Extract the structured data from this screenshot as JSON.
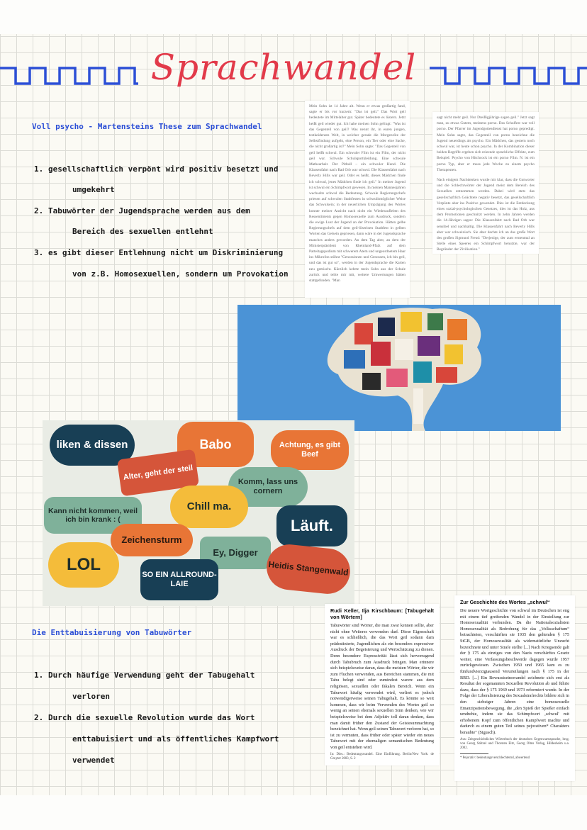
{
  "title": "Sprachwandel",
  "section1": {
    "heading": "Voll psycho - Martensteins These zum Sprachwandel",
    "points": [
      {
        "num": "1.",
        "line1": "gesellschaftlich verpönt wird positiv besetzt und",
        "line2": "umgekehrt"
      },
      {
        "num": "2.",
        "line1": "Tabuwörter  der Jugendsprache werden aus dem",
        "line2": "Bereich des sexuellen entlehnt"
      },
      {
        "num": "3.",
        "line1": "es gibt dieser Entlehnung nicht um Diskriminierung",
        "line2": "von z.B. Homosexuellen, sondern um Provokation"
      }
    ]
  },
  "article1": {
    "col1": "Mein Sohn ist 14 Jahre alt. Wenn er etwas großartig fand, sagte er bis vor kurzem: \"Das ist geil.\" Das Wort geil bedeutete im Mittelalter gut. Später bedeutete es lüstern. Jetzt heißt geil wieder gut. Ich habe meinen Sohn gefragt: \"Was ist das Gegenteil von geil? Was nennt ihr, in euren jungen, testkeidenten Welt, in welcher gerade die Morgenröte der Selbstfindung aufgeht, eine Person, ein Tier oder eine Sache, die nicht großartig ist?\" Mein Sohn sagte: \"Das Gegenteil von geil heißt schwul. Ein schwuler Film ist ein Film, der nicht geil war. Schwule Schulsportkleidung. Eine schwule Mathearbeit. Der Pitbull – ein schwuler Hund. Die Klassenfahrt nach Bad Orb war schwul. Die Klassenfahrt nach Beverly Hills war geil. Oder es heißt, dieses Mädchen finde ich schwul, jenes Mädchen finde ich geil.\" In meiner Jugend ist schwul ein Schimpfwort gewesen. In meinen Mannesjahren wechselte schwul die Bedeutung. Schwule Regierungschefs priesen auf schwulen Stadtfesten in schwulitmöglicher Weise das Schwulsein; in der neuerlichen Umprägung des Wortes konnte meiner Ansicht nach nicht ein Wiederaufleben des Ressentiments gegen Homosexuelle zum Ausdruck, sondern die ewige Lust der Jugend an der Provokation. Hätten gelbe Regierungschefs auf dem geil-löserinen Stadtfest in gelben Worten das Gelsein gepriesen, dann wäre in der Jugendsprache manches anders geworden. An dem Tag aber, an dem der Ministerpräsident von Rheinland-Pfalz auf dem Parteitagspodium mit schwerem Atem und ungeordnetem Haar ins Mikrofon stöhnt \"Genossinnen und Genossen, ich bin geil, und das ist gut so\", werden in der Jugendsprache die Karten neu gemischt. Kürzlich kehrte mein Sohn aus der Schule zurück und teilte mir mit, weitere Umwertungen hätten stattgefunden. \"Man",
    "col2a": "sagt nicht mehr geil. Nur Dreißigjährige sagen geil.\" Jetzt sagt man, zu etwas Gutem, meistens porno. Das Schulfest war voll porno. Der Pfarrer im Jugendgottesdienst hat porno gepredigt. Mein Sohn sagte, das Gegenteil von porno bezeichne die Jugend neuerdings als psycho. Ein Mädchen, das gestern noch schwul war, ist heute schon psycho. In der Kombination dieser beiden Begriffe ergeben sich reizende sprachliche Effekte, zum Beispiel: Psycho von Hitchcock ist ein porno Film. N. ist ein porno Typ, aber er muss jede Woche zu einem psycho Therapeuten.",
    "col2b": "Nach einigem Nachdenken wurde mir klar, dass die Gutworter und die Schlechtwörter der Jugend meist dem Bereich des Sexuellen entnommen werden. Dabei wird stets das gesellschaftlich Geächtete negativ besetzt, das gesellschaftlich Verpönte aber ins Positive gewendet. Dies ist die Entdeckung eines sozial-psychologischen Gesetzes, dies ist das Holz, aus dem Promotionen geschnitzt werden. In zehn Jahren werden die 14-Jährigen sagen: Die Klassenfahrt nach Bad Orb war sensibel und nachhaltig. Die Klassenfahrt nach Beverly Hills aber war schweinisch. Sie aber dachte ich an das große Wort des großen Sigmund Freud: \"Derjenige, der zum erstenmal an Stelle eines Speeres ein Schimpfwort benutzte, war der Begründer der Zivilisation.\""
  },
  "collage_bubbles": [
    {
      "text": "liken & dissen",
      "color": "#183f55"
    },
    {
      "text": "Babo",
      "color": "#e87536"
    },
    {
      "text": "Achtung, es gibt Beef",
      "color": "#e87536"
    },
    {
      "text": "Alter, geht der steil",
      "color": "#d5553a"
    },
    {
      "text": "Komm, lass uns cornern",
      "color": "#7fb19a"
    },
    {
      "text": "Kann nicht kommen, weil ich bin krank : (",
      "color": "#7fb19a"
    },
    {
      "text": "Chill ma.",
      "color": "#f4bc3a"
    },
    {
      "text": "Läuft.",
      "color": "#183f55"
    },
    {
      "text": "Zeichensturm",
      "color": "#e87536"
    },
    {
      "text": "Ey, Digger",
      "color": "#7fb19a"
    },
    {
      "text": "LOL",
      "color": "#f4bc3a"
    },
    {
      "text": "SO EIN ALLROUND-LAIE",
      "color": "#183f55"
    },
    {
      "text": "Heidis Stangenwald",
      "color": "#d5553a"
    }
  ],
  "section2": {
    "heading": "Die Enttabuisierung von Tabuwörter",
    "points": [
      {
        "num": "1.",
        "line1": "Durch häufige Verwendung geht der Tabugehalt",
        "line2": "verloren",
        "line3": ""
      },
      {
        "num": "2.",
        "line1": "Durch die sexuelle Revolution wurde das Wort",
        "line2": "enttabuisiert und als öffentliches Kampfwort",
        "line3": "verwendet"
      }
    ]
  },
  "article2": {
    "heading": "Rudi Keller, Ilja Kirschbaum: [Tabugehalt von Wörtern]",
    "body": "Tabuwörter sind Wörter, die man zwar kennen sollte, aber nicht ohne Weiteres verwenden darf. Diese Eigenschaft war es schließlich, die das Wort geil sodann dam prädestinierte, Jugendlichen als ein besonders expressiver Ausdruck der Begeisterung und Wertschätzung zu dienen. Denn besondere Expressivität lässt sich hervorragend durch Tabubruch zum Ausdruck bringen. Man erinnere sich beispielsweise daran, dass die meisten Wörter, die wir zum Fluchen verwenden, aus Bereichen stammen, die mit Tabu belegt sind oder zumindest waren: aus dem religiösen, sexuellen oder fäkalen Bereich. Wenn ein Tabuwort häufig verwendet wird, verliert es jedoch notwendigerweise seinen Tabugehalt. Es könnte so weit kommen, dass wir beim Verwenden des Wortes geil so wenig an seinen ehemals sexuellen Sinn denken, wie wir beispielsweise bei dem Adjektiv toll daran denken, dass man damit früher den Zustand der Geistesumnachtung bezeichnet hat. Wenn geil seinen Tabuwert verloren hat, so ist zu vermuten, dass früher oder später wieder ein neues Tabuwort mit der ehemaligen semantischen Bedeutung von geil entstehen wird.",
    "source": "In: Dies.: Bedeutungswandel. Eine Einführung. Berlin/New York: de Gruyter 2003, S. 2"
  },
  "article3": {
    "heading": "Zur Geschichte des Wortes „schwul“",
    "body": "Die neuere Wortgeschichte von schwul im Deutschen ist eng mit einem tief greifenden Wandel in der Einstellung zur Homosexualität verbunden. Da die Nationalsozialisten Homosexualität als Bedrohung für das „Volksschaftum“ betrachteten, verschärften sie 1935 den geltenden § 175 StGB, der Homosexualität als widernatürliche Unzucht bezeichnete und unter Strafe stellte [...] Nach Kriegsende galt der § 175 als einziges von den Nazis verschärftes Gesetz weiter, eine Verfassungsbeschwerde dagegen wurde 1957 zurückgewiesen. Zwischen 1950 und 1965 kam es zu fünfundvierzigtausend Verurteilungen nach § 175 in der BRD. [...] Ein Bewusstseinswandel zeichnete sich erst als Resultat der sogenannten Sexuellen Revolution ab und führte dazu, dass der § 175 1969 und 1973 reformiert wurde. In der Folge der Liberalisierung des Sexualstrafrechts bildete sich in den siebziger Jahren eine homosexuelle Emanzipationsbewegung, die „den Spieß der Spießer einfach umdrehte, indem sie das Schimpfwort ‚schwul' mit erhobenem Kopf zum öffentlichen Kampfwort machte und dadurch es einem guten Teil seines pejorativen* Charakters beraubte\" (Sigusch).",
    "source": "Aus: Zeitgeschichtliches Wörterbuch der deutschen Gegenwartssprache, hrsg. von Georg Stötzel und Thorsten Eitz, Georg Olms Verlag, Hildesheim u.a. 2002.",
    "footnote": "*  Pejorativ: bedeutungsverschlechternd, abwertend"
  },
  "colors": {
    "title": "#e23a4a",
    "wave": "#2c4fd6",
    "heading": "#2c4fd6"
  }
}
